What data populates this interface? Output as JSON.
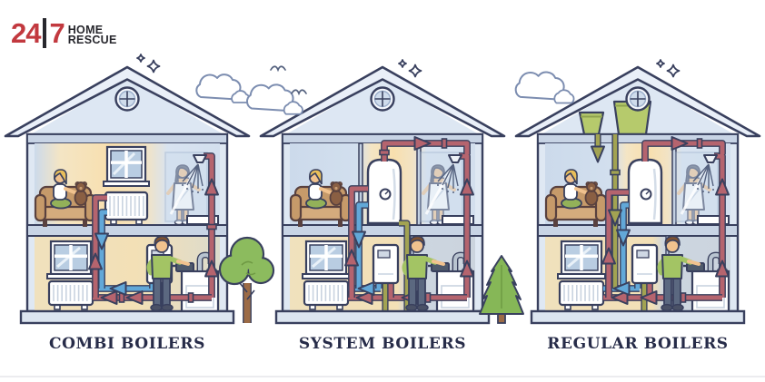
{
  "logo": {
    "number_left": "24",
    "divider": "|",
    "number_right": "7",
    "word_top": "HOME",
    "word_bottom": "RESCUE"
  },
  "sections": [
    {
      "id": "combi",
      "type": "combi",
      "label": "COMBI BOILERS"
    },
    {
      "id": "system",
      "type": "system",
      "label": "SYSTEM BOILERS"
    },
    {
      "id": "regular",
      "type": "regular",
      "label": "REGULAR BOILERS"
    }
  ],
  "icons": {
    "sparkle": "sparkle-icon",
    "cloud": "cloud-icon",
    "bird": "bird-icon",
    "deciduous_tree": "tree-icon",
    "pine_tree": "pine-tree-icon",
    "attic_window": "attic-window-icon",
    "shower_head": "shower-head-icon",
    "radiator": "radiator-icon",
    "flow_arrow": "flow-arrow-icon"
  },
  "colors": {
    "brand_red": "#c2393f",
    "logo_black": "#27272d",
    "label_navy": "#272c49",
    "ink_outline": "#39405e",
    "pipe_hot": "#b5646e",
    "pipe_cold": "#62a8d8",
    "pipe_gas": "#a2a352",
    "tank_green": "#b6ca6c",
    "roof_blue": "#e9eff8",
    "wall_warm": "#f7dfae",
    "wall_cool": "#cfdcec",
    "couch_brown": "#c69a6a",
    "shirt_green": "#a3c464",
    "tree_green": "#8cbb5e"
  }
}
